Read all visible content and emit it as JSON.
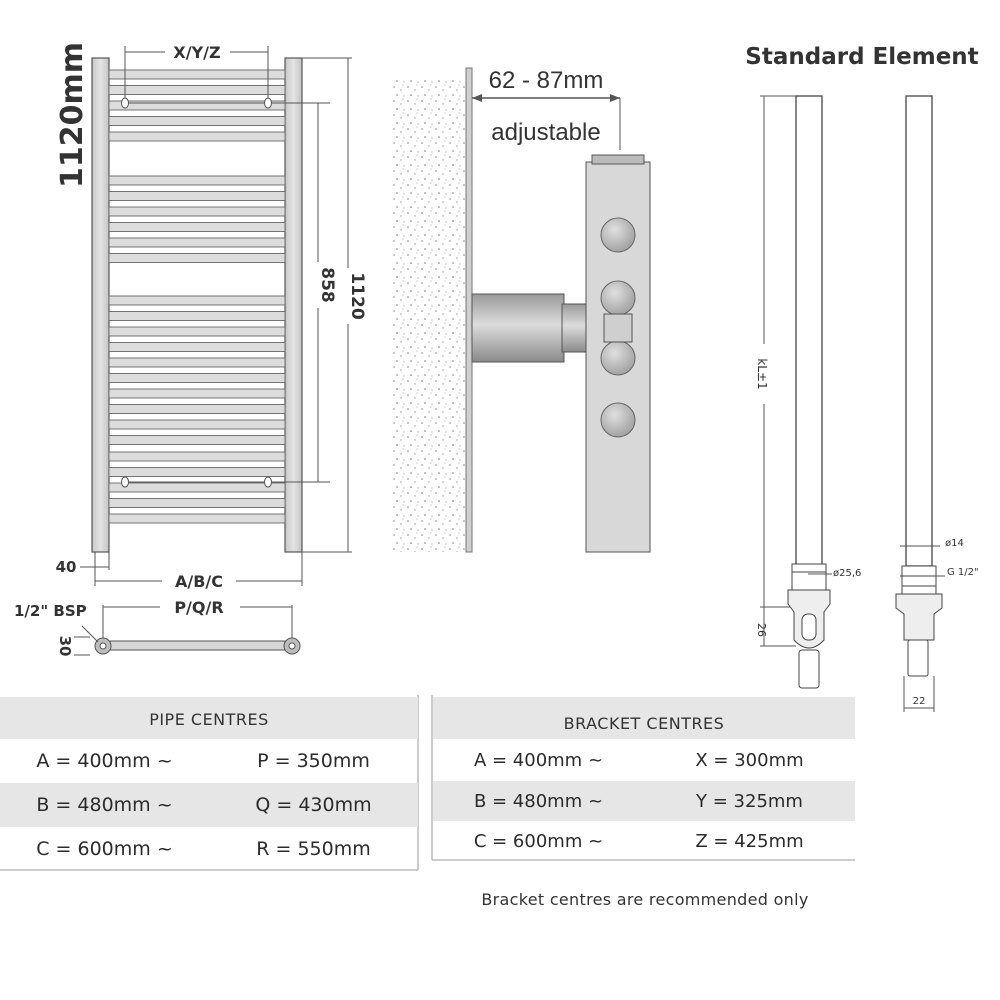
{
  "radiator": {
    "height_label": "1120mm",
    "bracket_label": "X/Y/Z",
    "height_dim": "1120",
    "bracket_height_dim": "858",
    "rail_offset": "40",
    "width_label_1": "A/B/C",
    "width_label_2": "P/Q/R",
    "bsp_label": "1/2\" BSP",
    "depth_dim": "30"
  },
  "side_view": {
    "offset_label": "62 - 87mm",
    "offset_note": "adjustable"
  },
  "element": {
    "title": "Standard Element",
    "length": "kL±1",
    "collar_dia": "ø25,6",
    "collar_height": "26",
    "rod_dia": "ø14",
    "thread": "G 1/2\"",
    "base_width": "22"
  },
  "pipe_centres": {
    "title": "PIPE CENTRES",
    "rows": [
      {
        "left": "A = 400mm ~",
        "right": "P = 350mm"
      },
      {
        "left": "B = 480mm ~",
        "right": "Q = 430mm"
      },
      {
        "left": "C = 600mm ~",
        "right": "R = 550mm"
      }
    ]
  },
  "bracket_centres": {
    "title": "BRACKET  CENTRES",
    "rows": [
      {
        "left": "A = 400mm ~",
        "right": "X = 300mm"
      },
      {
        "left": "B = 480mm ~",
        "right": "Y = 325mm"
      },
      {
        "left": "C = 600mm ~",
        "right": "Z = 425mm"
      }
    ]
  },
  "note": "Bracket centres are recommended only",
  "colors": {
    "rail": "#d9d9d9",
    "outline": "#555555",
    "header_bg": "#e6e6e6"
  }
}
